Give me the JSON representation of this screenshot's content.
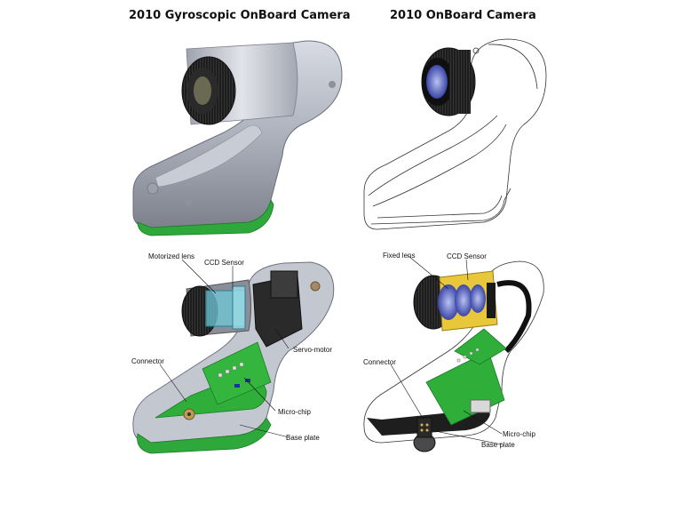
{
  "titles": {
    "left": "2010 Gyroscopic OnBoard Camera",
    "right": "2010 OnBoard Camera"
  },
  "labels": {
    "motorized_lens": "Motorized lens",
    "ccd_sensor_left": "CCD Sensor",
    "servo_motor": "Servo-motor",
    "connector_left": "Connector",
    "micro_chip_left": "Micro-chip",
    "base_plate_left": "Base plate",
    "fixed_lens": "Fixed lens",
    "ccd_sensor_right": "CCD Sensor",
    "connector_right": "Connector",
    "micro_chip_right": "Micro-chip",
    "base_plate_right": "Base plate"
  },
  "colors": {
    "body_grey": "#a9adb8",
    "board_green": "#2fae3a",
    "lens_black": "#1b1b1b",
    "lens_blue": "#5566c8",
    "sensor_cyan": "#6fc8d8",
    "sensor_yellow": "#e8c83a"
  }
}
